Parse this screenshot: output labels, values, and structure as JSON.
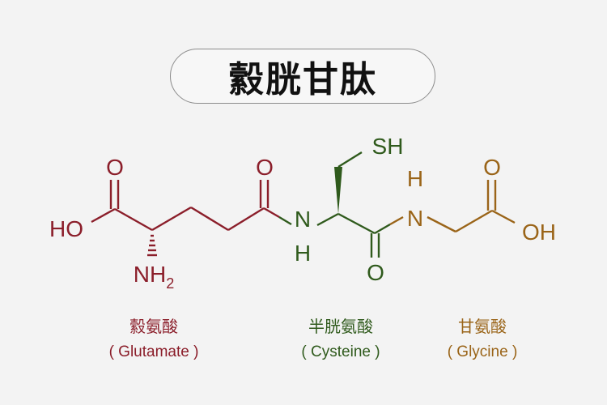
{
  "title": "縠胱甘肽",
  "colors": {
    "glutamate": "#8b1e2a",
    "cysteine": "#2f5a1c",
    "glycine": "#9a6418",
    "title_border": "#8c8c8c",
    "background": "#f3f3f3"
  },
  "atoms": {
    "glu_carbonyl_o": "O",
    "glu_hydroxyl": "HO",
    "glu_amine_n": "NH",
    "glu_amine_sub": "2",
    "glu_amide_o": "O",
    "cys_n": "N",
    "cys_nh": "H",
    "cys_sh": "SH",
    "cys_o": "O",
    "gly_n": "N",
    "gly_nh": "H",
    "gly_carbonyl_o": "O",
    "gly_hydroxyl": "OH"
  },
  "residues": [
    {
      "cn": "縠氨酸",
      "en": "( Glutamate )"
    },
    {
      "cn": "半胱氨酸",
      "en": "( Cysteine )"
    },
    {
      "cn": "甘氨酸",
      "en": "( Glycine )"
    }
  ]
}
